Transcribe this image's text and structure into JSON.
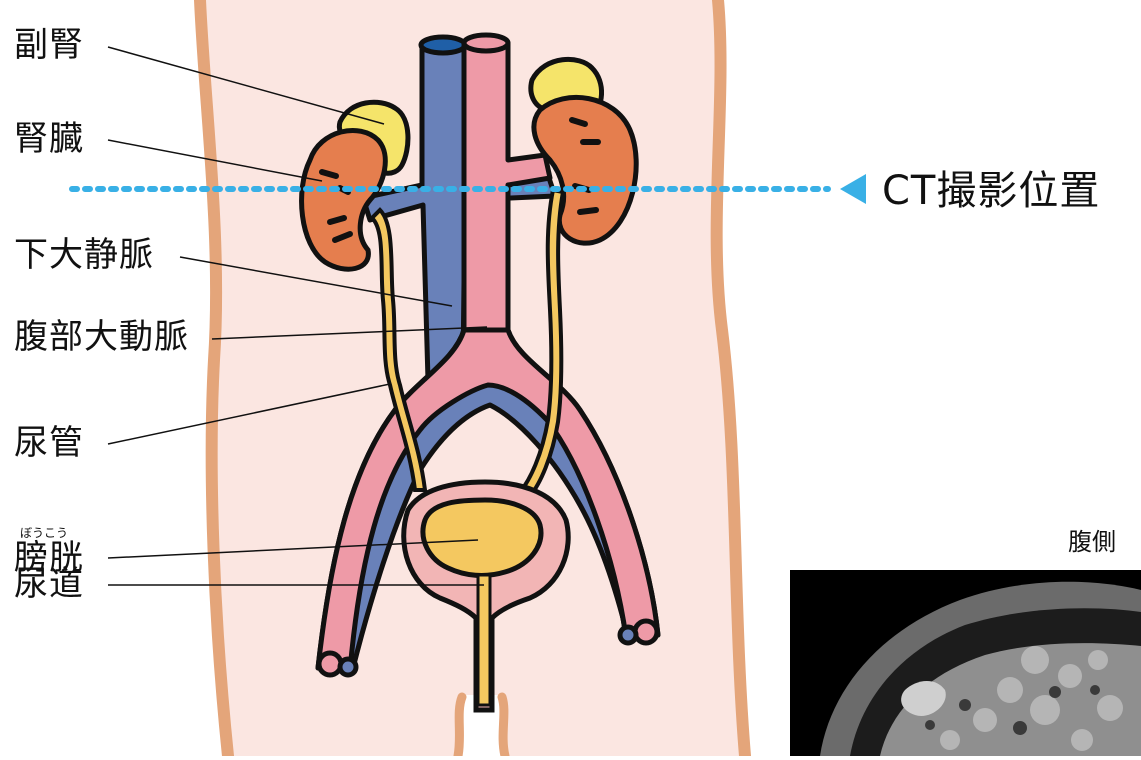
{
  "labels": {
    "adrenal": "副腎",
    "kidney": "腎臓",
    "ivc": "下大静脈",
    "aorta": "腹部大動脈",
    "ureter": "尿管",
    "bladder": "膀胱",
    "bladder_ruby": "ぼうこう",
    "urethra": "尿道"
  },
  "ct": {
    "position_label": "CT撮影位置",
    "ventral_label": "腹側"
  },
  "colors": {
    "skin": "#fbe6e1",
    "outline": "#e4a57a",
    "vein": "#6981b9",
    "artery": "#ee9aa7",
    "kidney": "#e57e4e",
    "adrenal": "#f5e46a",
    "ureter": "#f4c860",
    "bladder": "#f4c860",
    "bladder_wall": "#f2b5b5",
    "marker": "#39b0e6"
  }
}
